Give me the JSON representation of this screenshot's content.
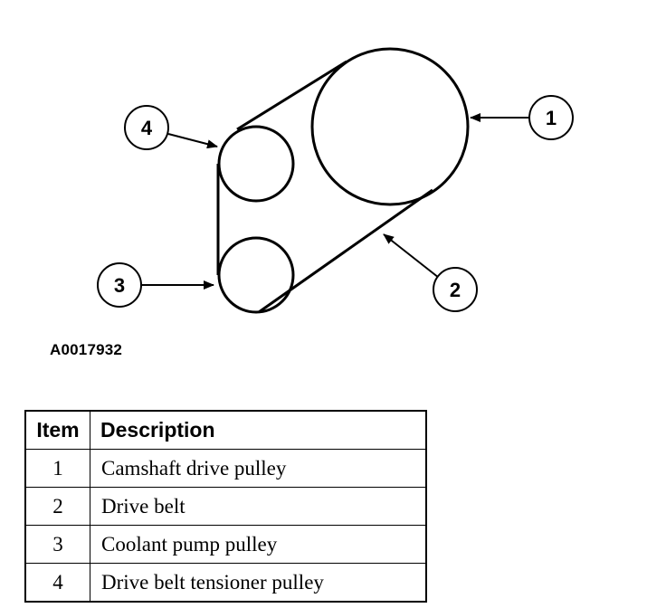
{
  "diagram": {
    "callouts": [
      {
        "number": "1",
        "refers_to": "Camshaft drive pulley"
      },
      {
        "number": "2",
        "refers_to": "Drive belt"
      },
      {
        "number": "3",
        "refers_to": "Coolant pump pulley"
      },
      {
        "number": "4",
        "refers_to": "Drive belt tensioner pulley"
      }
    ],
    "figure_id": "A0017932"
  },
  "legend_table": {
    "headers": {
      "item": "Item",
      "description": "Description"
    },
    "rows": [
      {
        "item": "1",
        "description": "Camshaft drive pulley"
      },
      {
        "item": "2",
        "description": "Drive belt"
      },
      {
        "item": "3",
        "description": "Coolant pump pulley"
      },
      {
        "item": "4",
        "description": "Drive belt tensioner pulley"
      }
    ]
  }
}
